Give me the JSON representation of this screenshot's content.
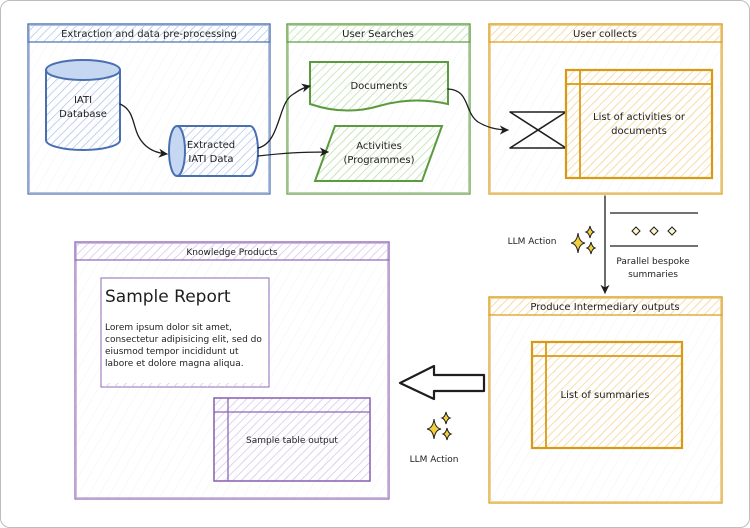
{
  "sections": {
    "extraction": {
      "title": "Extraction and data pre-processing",
      "color": "#4a6fb0"
    },
    "searches": {
      "title": "User Searches",
      "color": "#5c9a3e"
    },
    "collects": {
      "title": "User collects",
      "color": "#d99a13"
    },
    "intermediary": {
      "title": "Produce Intermediary outputs",
      "color": "#d99a13"
    },
    "knowledge": {
      "title": "Knowledge Products",
      "color": "#8e68b3"
    }
  },
  "nodes": {
    "iati_database": [
      "IATI",
      "Database"
    ],
    "extracted_iati": [
      "Extracted",
      "IATI Data"
    ],
    "documents": "Documents",
    "activities": [
      "Activities",
      "(Programmes)"
    ],
    "list_activities": [
      "List of activities or",
      "documents"
    ],
    "list_summaries": "List of summaries",
    "sample_table": "Sample table output"
  },
  "report": {
    "title": "Sample Report",
    "body_lines": [
      "Lorem ipsum dolor sit amet,",
      "consectetur adipisicing elit, sed do",
      "eiusmod tempor incididunt ut",
      "labore et dolore magna aliqua."
    ]
  },
  "annotations": {
    "llm_action_1": "LLM Action",
    "llm_action_2": "LLM Action",
    "parallel": [
      "Parallel bespoke",
      "summaries"
    ]
  },
  "icons": [
    "sparkles-icon",
    "diamond-dots-icon"
  ]
}
